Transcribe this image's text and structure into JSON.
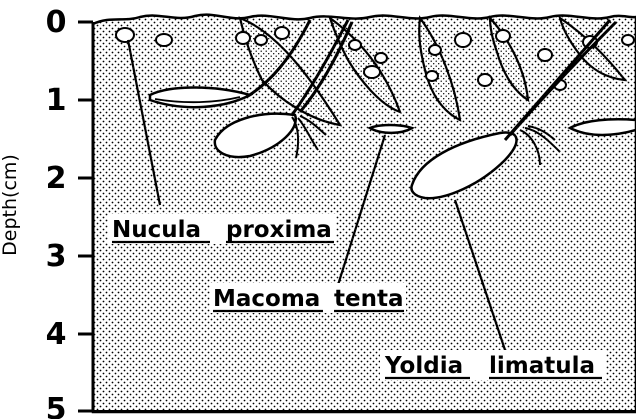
{
  "axis": {
    "title": "Depth(cm)",
    "ticks": [
      "0",
      "1",
      "2",
      "3",
      "4",
      "5"
    ]
  },
  "labels": {
    "nucula": [
      "Nucula",
      "proxima"
    ],
    "macoma": [
      "Macoma",
      "tenta"
    ],
    "yoldia": [
      "Yoldia",
      "limatula"
    ]
  },
  "colors": {
    "ink": "#000000",
    "paper": "#ffffff",
    "sediment_dot": "#000000"
  }
}
